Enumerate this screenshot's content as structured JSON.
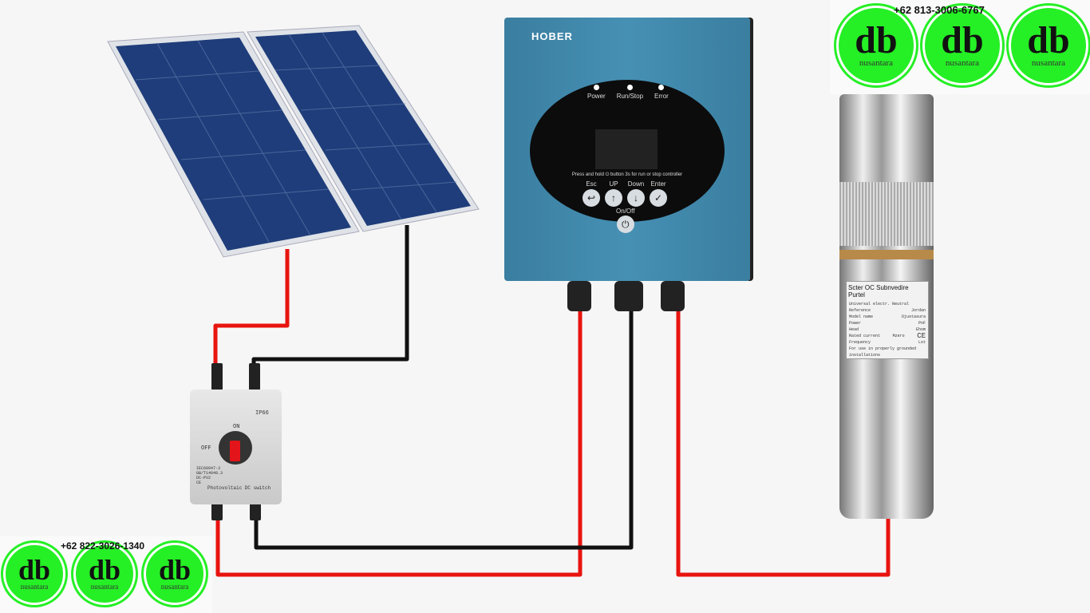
{
  "controller": {
    "brand": "HOBER",
    "indicators": [
      "Power",
      "Run/Stop",
      "Error"
    ],
    "instruction": "Press and hold ⏻ button 3s for run or stop controller",
    "buttons": [
      {
        "label": "Esc",
        "icon": "↩"
      },
      {
        "label": "UP",
        "icon": "↑"
      },
      {
        "label": "Down",
        "icon": "↓"
      },
      {
        "label": "Enter",
        "icon": "✓"
      }
    ],
    "power_label": "On/Off",
    "power_icon": "⏻",
    "color": "#3d86aa"
  },
  "switch": {
    "rating": "IP66",
    "on": "ON",
    "off": "OFF",
    "specs": [
      "IEC60947-3",
      "GB/T14048.3",
      "DC-PV2",
      "CE"
    ],
    "name": "Photovoltaic DC switch"
  },
  "pump": {
    "title": "Scter OC Subnvedire Purtel",
    "rows": [
      [
        "Universal electr. Neutral",
        ""
      ],
      [
        "Reference",
        "Jordan"
      ],
      [
        "Model name",
        "Djustasura"
      ],
      [
        "Power",
        "PnF"
      ],
      [
        "Head",
        "Ehom"
      ],
      [
        "Rated current",
        "Mzero"
      ],
      [
        "Frequency",
        "Lst"
      ]
    ],
    "footer": "For use in properly grounded installations",
    "mark": "CE"
  },
  "watermarks": {
    "top_phone": "+62 813-3006-6767",
    "bottom_phone": "+62 822-3026-1340",
    "logo_text": "db",
    "logo_sub": "nusantara",
    "logo_color": "#25ef25"
  },
  "wires": {
    "positive": "#e8140f",
    "negative": "#111111"
  }
}
